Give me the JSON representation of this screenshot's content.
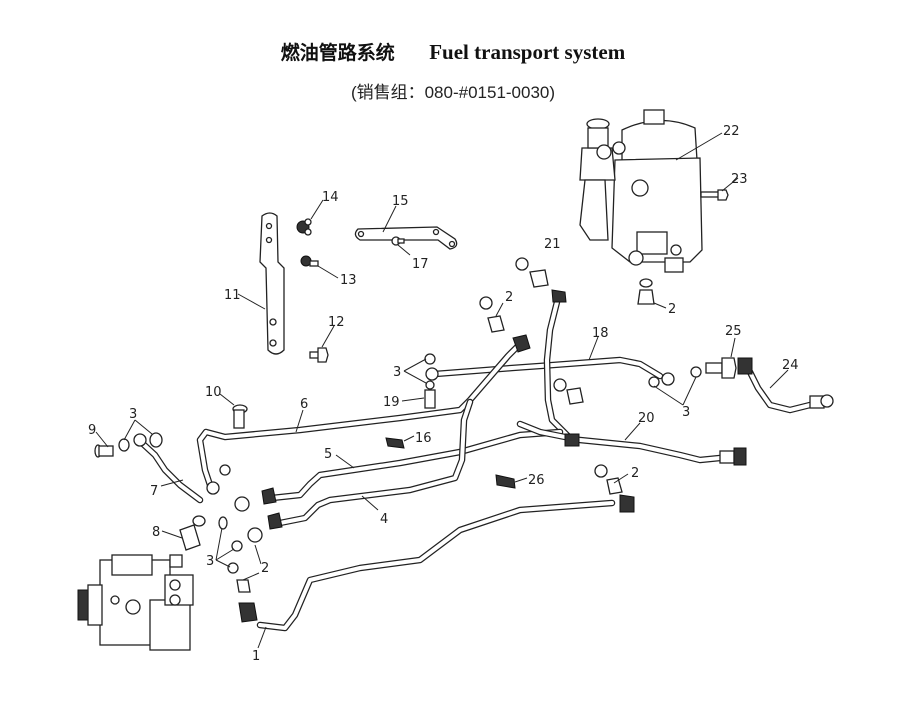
{
  "header": {
    "title_cn": "燃油管路系统",
    "title_en": "Fuel transport system",
    "subtitle": "(销售组：080-#0151-0030)"
  },
  "callouts": [
    {
      "id": "1",
      "label": "1"
    },
    {
      "id": "2a",
      "label": "2"
    },
    {
      "id": "2b",
      "label": "2"
    },
    {
      "id": "2c",
      "label": "2"
    },
    {
      "id": "2d",
      "label": "2"
    },
    {
      "id": "3a",
      "label": "3"
    },
    {
      "id": "3b",
      "label": "3"
    },
    {
      "id": "3c",
      "label": "3"
    },
    {
      "id": "3d",
      "label": "3"
    },
    {
      "id": "4",
      "label": "4"
    },
    {
      "id": "5",
      "label": "5"
    },
    {
      "id": "6",
      "label": "6"
    },
    {
      "id": "7",
      "label": "7"
    },
    {
      "id": "8",
      "label": "8"
    },
    {
      "id": "9",
      "label": "9"
    },
    {
      "id": "10",
      "label": "10"
    },
    {
      "id": "11",
      "label": "11"
    },
    {
      "id": "12",
      "label": "12"
    },
    {
      "id": "13",
      "label": "13"
    },
    {
      "id": "14",
      "label": "14"
    },
    {
      "id": "15",
      "label": "15"
    },
    {
      "id": "16",
      "label": "16"
    },
    {
      "id": "17",
      "label": "17"
    },
    {
      "id": "18",
      "label": "18"
    },
    {
      "id": "19",
      "label": "19"
    },
    {
      "id": "20",
      "label": "20"
    },
    {
      "id": "21",
      "label": "21"
    },
    {
      "id": "22",
      "label": "22"
    },
    {
      "id": "23",
      "label": "23"
    },
    {
      "id": "24",
      "label": "24"
    },
    {
      "id": "25",
      "label": "25"
    },
    {
      "id": "26",
      "label": "26"
    }
  ]
}
